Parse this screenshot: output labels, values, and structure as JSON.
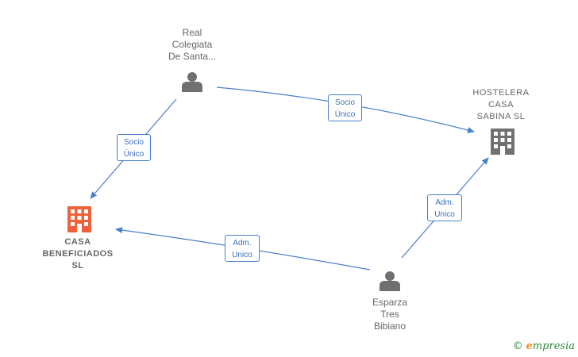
{
  "nodes": {
    "real_colegiata": {
      "label": "Real\nColegiata\nDe Santa...",
      "icon": "person-icon",
      "color": "#707070"
    },
    "hostelera": {
      "label": "HOSTELERA\nCASA\nSABINA  SL",
      "icon": "building-icon",
      "color": "#707070"
    },
    "casa_beneficiados": {
      "label": "CASA\nBENEFICIADOS\nSL",
      "icon": "building-icon",
      "color": "#f0603a"
    },
    "esparza": {
      "label": "Esparza\nTres\nBibiano",
      "icon": "person-icon",
      "color": "#707070"
    }
  },
  "edges": {
    "e1": {
      "label_line1": "Socio",
      "label_line2": "Único"
    },
    "e2": {
      "label_line1": "Socio",
      "label_line2": "Único"
    },
    "e3": {
      "label_line1": "Adm.",
      "label_line2": "Unico"
    },
    "e4": {
      "label_line1": "Adm.",
      "label_line2": "Unico"
    }
  },
  "colors": {
    "edge": "#4a7fcb",
    "accent": "#f0603a",
    "neutral": "#707070"
  },
  "brand": {
    "copyright": "©",
    "name_first": "e",
    "name_rest": "mpresia"
  }
}
